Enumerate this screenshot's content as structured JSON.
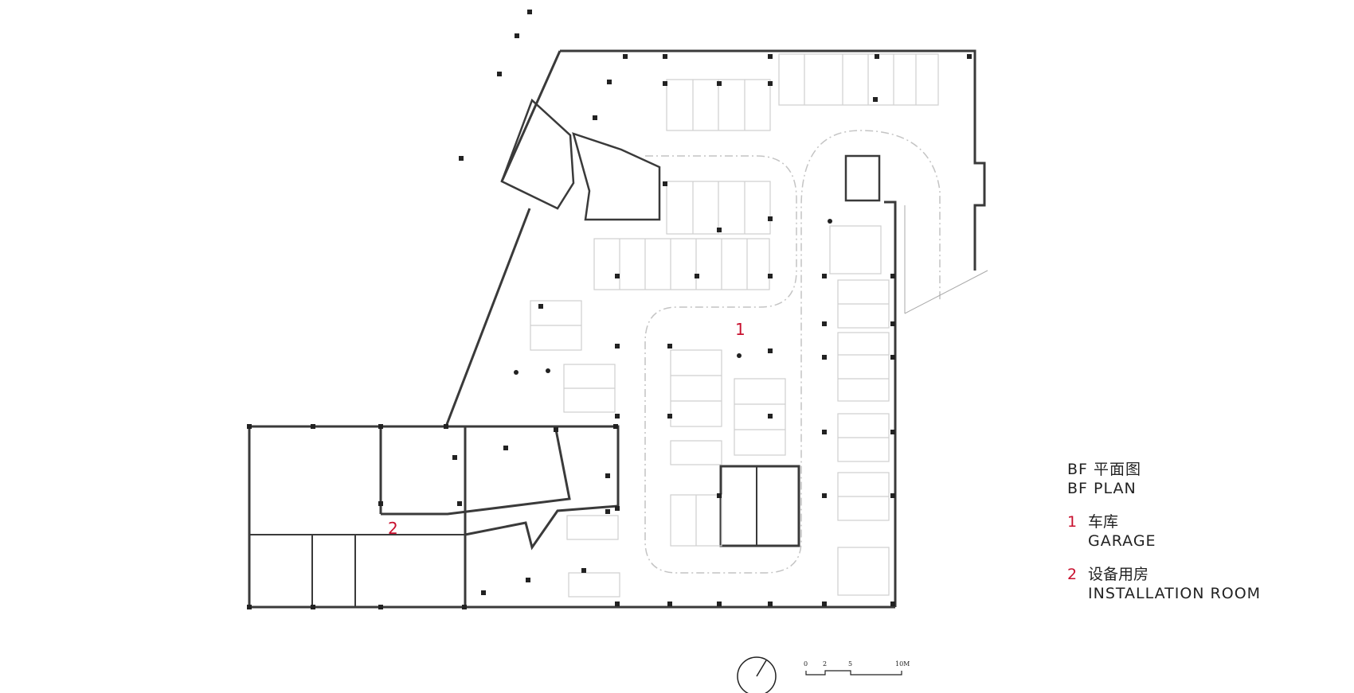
{
  "legend": {
    "title_cn": "BF 平面图",
    "title_en": "BF PLAN",
    "items": [
      {
        "num": "1",
        "cn": "车库",
        "en": "GARAGE"
      },
      {
        "num": "2",
        "cn": "设备用房",
        "en": "INSTALLATION ROOM"
      }
    ]
  },
  "plan_labels": {
    "garage": "1",
    "installation": "2"
  },
  "scale_bar": {
    "ticks": [
      "0",
      "2",
      "5",
      "10M"
    ]
  },
  "colors": {
    "label_red": "#c8102e",
    "wall": "#333333",
    "light_line": "#bfbfbf"
  }
}
